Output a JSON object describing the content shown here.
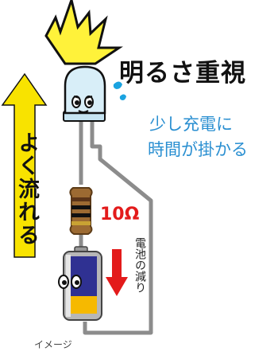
{
  "headline": "明るさ重視",
  "note_lines": [
    "少し充電に",
    "時間が掛かる"
  ],
  "resistor_label": "10Ω",
  "flow_label": "よく流れる",
  "battery_drain_label": "電池の減り",
  "caption": "イメージ",
  "colors": {
    "flow_arrow": "#f8e300",
    "drain_arrow": "#e31b1b",
    "note_text": "#2a8fd1",
    "led_body": "#d8eef8",
    "battery_charge": "#f6b900",
    "battery_cell": "#2f3192",
    "wire": "#8c8c8c"
  },
  "battery": {
    "charge_fraction": 0.3
  }
}
